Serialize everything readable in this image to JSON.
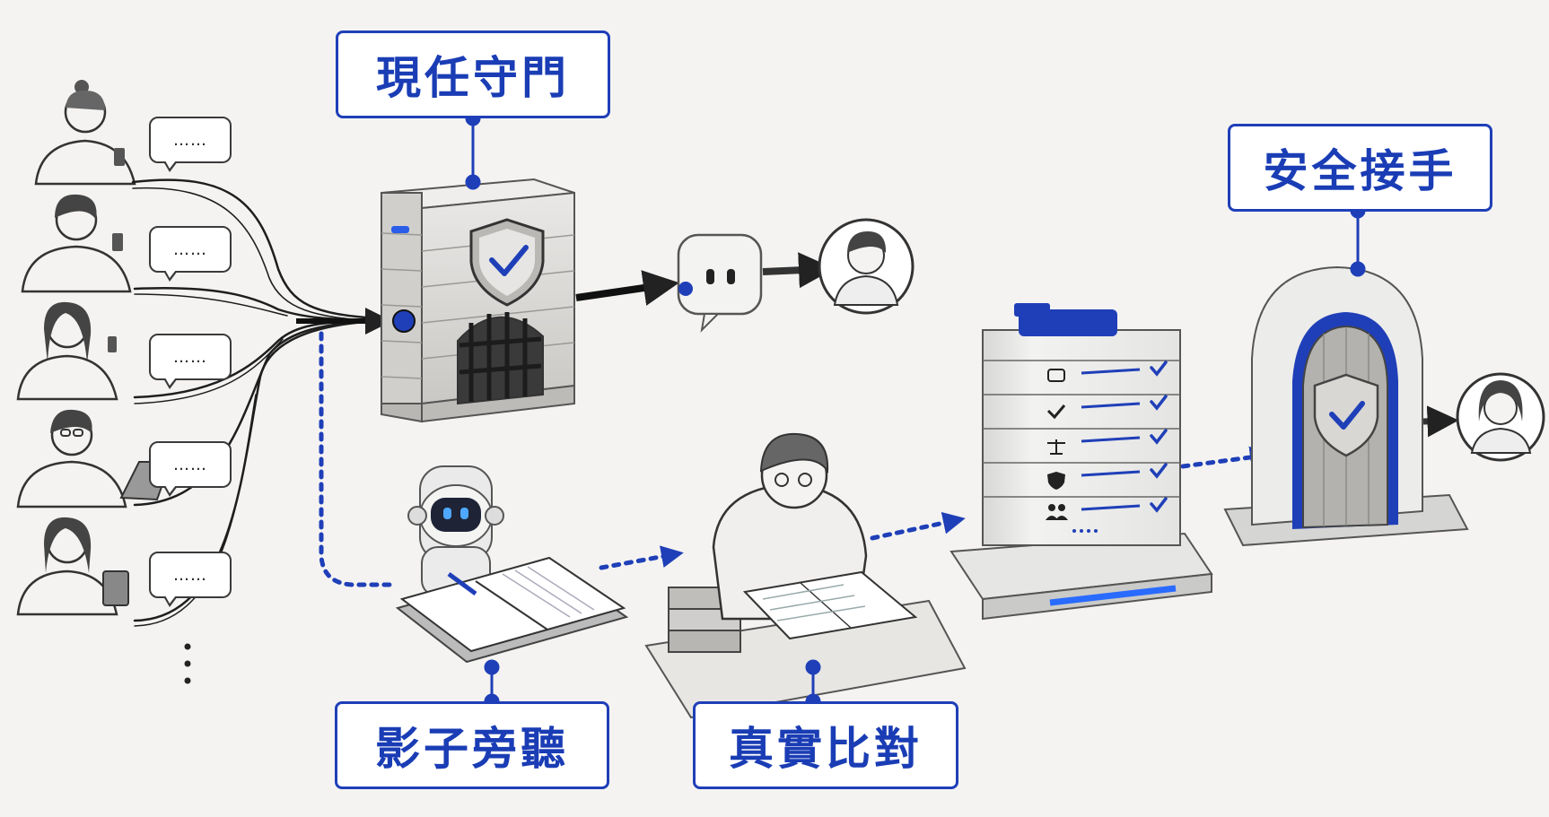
{
  "labels": {
    "incumbent_gatekeeper": "現任守門",
    "shadow_listening": "影子旁聽",
    "ground_truth_comparison": "真實比對",
    "safe_handover": "安全接手"
  },
  "bubbles": [
    "……",
    "……",
    "……",
    "……",
    "……"
  ],
  "colors": {
    "accent": "#1f3fb8",
    "background": "#f4f3f1",
    "ink": "#2b2b2b"
  },
  "icons": [
    "user-avatar-icon",
    "chat-bubble-icon",
    "shield-check-icon",
    "bot-chat-icon",
    "robot-icon",
    "notebook-icon",
    "expert-icon",
    "checklist-server-icon",
    "gate-door-icon",
    "checkmark-icon",
    "scale-icon",
    "people-icon",
    "vertical-ellipsis-icon"
  ]
}
